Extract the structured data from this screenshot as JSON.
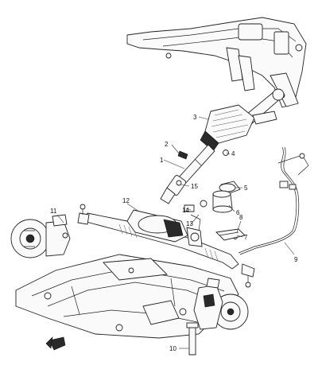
{
  "diagram": {
    "callouts": [
      {
        "id": "c1",
        "text": "1"
      },
      {
        "id": "c2",
        "text": "2"
      },
      {
        "id": "c3",
        "text": "3"
      },
      {
        "id": "c4",
        "text": "4"
      },
      {
        "id": "c5",
        "text": "5"
      },
      {
        "id": "c6",
        "text": "6"
      },
      {
        "id": "c7",
        "text": "7"
      },
      {
        "id": "c8",
        "text": "8"
      },
      {
        "id": "c9",
        "text": "9"
      },
      {
        "id": "c10",
        "text": "10"
      },
      {
        "id": "c11",
        "text": "11"
      },
      {
        "id": "c12",
        "text": "12"
      },
      {
        "id": "c13",
        "text": "13"
      },
      {
        "id": "c14",
        "text": "14"
      },
      {
        "id": "c15",
        "text": "15"
      }
    ],
    "front_indicator_icon": "front-arrow-icon"
  }
}
